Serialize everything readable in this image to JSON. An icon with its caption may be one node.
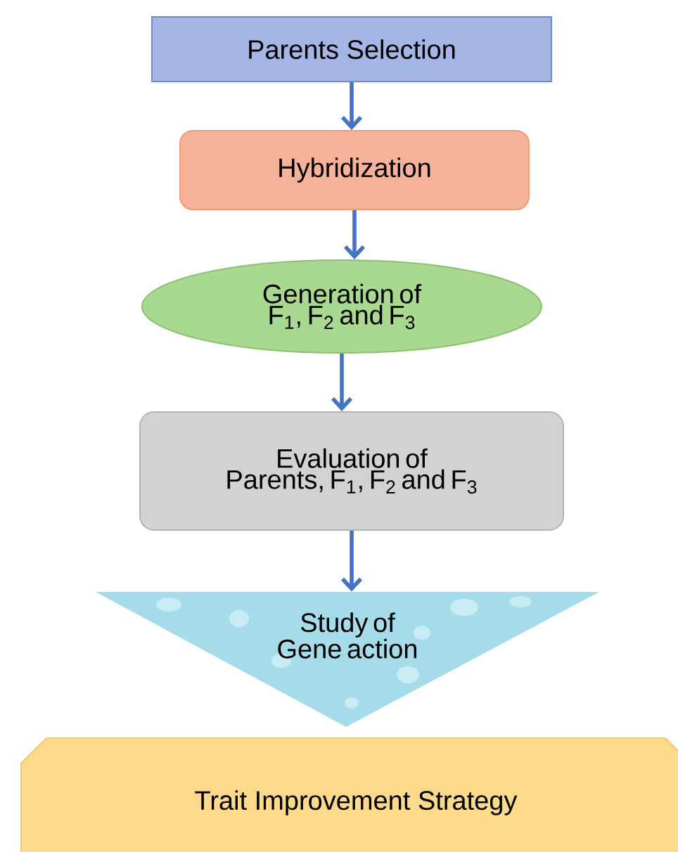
{
  "diagram": {
    "nodes": [
      {
        "text": [
          "Parents Selection"
        ]
      },
      {
        "text": [
          "Hybridization"
        ]
      },
      {
        "text": [
          "Generation of F$_{1}$, F$_{2}$ and F$_{3}$"
        ]
      },
      {
        "text": [
          "Evaluation of Parents, F$_{1}$, F$_{2}$ and F$_{3}$"
        ]
      },
      {
        "text": [
          "Study of Gene action"
        ]
      },
      {
        "text": [
          "Trait Improvement Strategy"
        ]
      }
    ],
    "edges": [
      {
        "from": 0,
        "to": 1,
        "arrow": "to"
      },
      {
        "from": 1,
        "to": 2,
        "arrow": "to"
      },
      {
        "from": 2,
        "to": 3,
        "arrow": "to"
      },
      {
        "from": 3,
        "to": 4,
        "arrow": "to"
      }
    ]
  }
}
